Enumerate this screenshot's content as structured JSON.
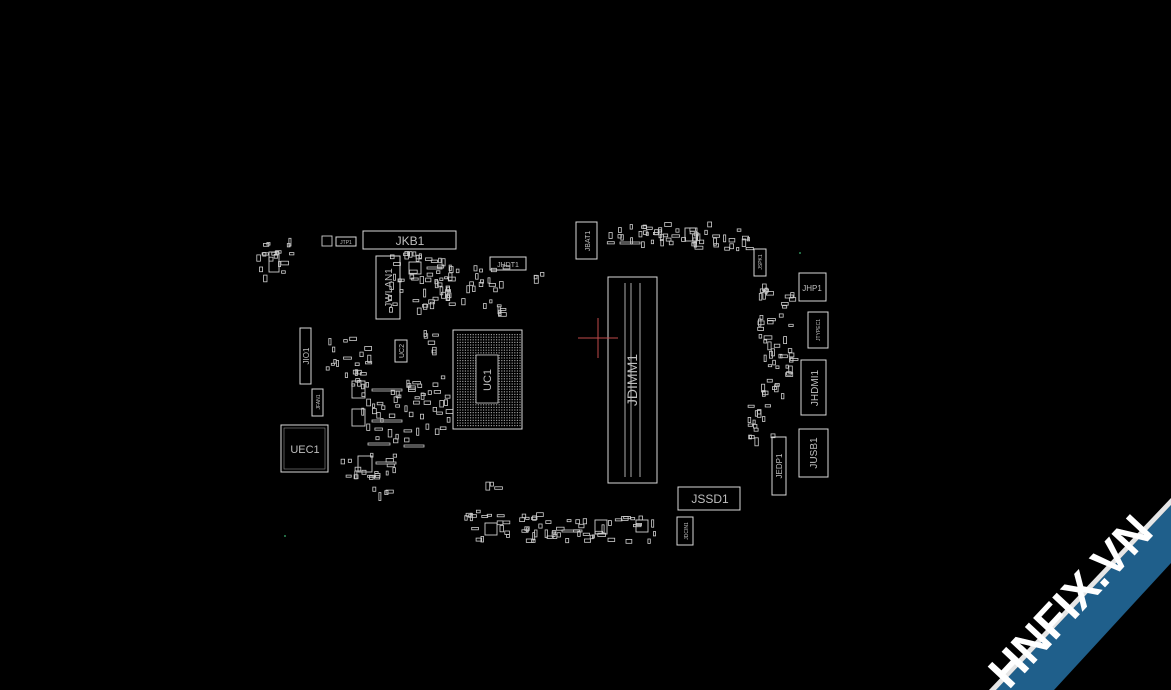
{
  "viewer": {
    "background": "#000000",
    "outline_color": "#d9d9d9",
    "label_color": "#bfbfbf",
    "cursor_color": "#c04a4a",
    "marker_color": "#2e8b57"
  },
  "components": {
    "jkb1": "JKB1",
    "jwlan1": "JWLAN1",
    "jhdt1": "JHDT1",
    "jio1": "JIO1",
    "uc2": "UC2",
    "jfan1": "JFAN1",
    "uec1": "UEC1",
    "uc1": "UC1",
    "jbat1": "JBAT1",
    "jdimm1": "JDIMM1",
    "jssd1": "JSSD1",
    "jspk1": "JSPK1",
    "jhp1": "JHP1",
    "jtypec1": "JTYPEC1",
    "jhdmi1": "JHDMI1",
    "jusb1": "JUSB1",
    "jedp1": "JEDP1",
    "jdcin1": "JDCIN1",
    "jtp1": "JTP1"
  },
  "watermark": {
    "text": "HNFIX.VN",
    "band_color": "#1f5f8b",
    "text_color": "#ffffff",
    "accent_color": "#e03030"
  }
}
